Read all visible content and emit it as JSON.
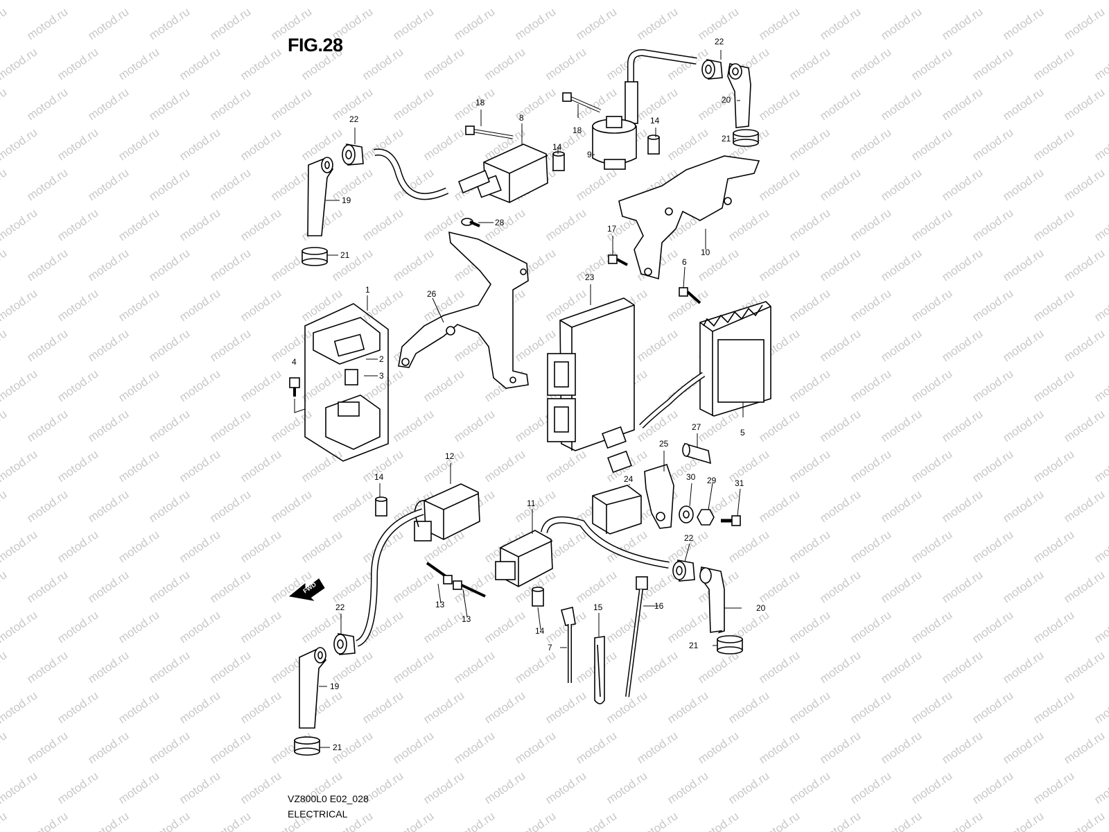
{
  "watermark_text": "motod.ru",
  "figure_title": "FIG.28",
  "diagram_code": "VZ800L0 E02_028",
  "section_name": "ELECTRICAL",
  "fwd_label": "FWD",
  "callouts": [
    {
      "id": "c22a",
      "label": "22"
    },
    {
      "id": "c20a",
      "label": "20"
    },
    {
      "id": "c21a",
      "label": "21"
    },
    {
      "id": "c18a",
      "label": "18"
    },
    {
      "id": "c8",
      "label": "8"
    },
    {
      "id": "c18b",
      "label": "18"
    },
    {
      "id": "c14a",
      "label": "14"
    },
    {
      "id": "c14b",
      "label": "14"
    },
    {
      "id": "c9",
      "label": "9"
    },
    {
      "id": "c22b",
      "label": "22"
    },
    {
      "id": "c19a",
      "label": "19"
    },
    {
      "id": "c21b",
      "label": "21"
    },
    {
      "id": "c28",
      "label": "28"
    },
    {
      "id": "c17",
      "label": "17"
    },
    {
      "id": "c10",
      "label": "10"
    },
    {
      "id": "c6",
      "label": "6"
    },
    {
      "id": "c23",
      "label": "23"
    },
    {
      "id": "c1",
      "label": "1"
    },
    {
      "id": "c26",
      "label": "26"
    },
    {
      "id": "c2",
      "label": "2"
    },
    {
      "id": "c3",
      "label": "3"
    },
    {
      "id": "c4",
      "label": "4"
    },
    {
      "id": "c5",
      "label": "5"
    },
    {
      "id": "c27",
      "label": "27"
    },
    {
      "id": "c25",
      "label": "25"
    },
    {
      "id": "c12",
      "label": "12"
    },
    {
      "id": "c24",
      "label": "24"
    },
    {
      "id": "c30",
      "label": "30"
    },
    {
      "id": "c29",
      "label": "29"
    },
    {
      "id": "c31",
      "label": "31"
    },
    {
      "id": "c14c",
      "label": "14"
    },
    {
      "id": "c11",
      "label": "11"
    },
    {
      "id": "c22c",
      "label": "22"
    },
    {
      "id": "c13a",
      "label": "13"
    },
    {
      "id": "c13b",
      "label": "13"
    },
    {
      "id": "c16",
      "label": "16"
    },
    {
      "id": "c15",
      "label": "15"
    },
    {
      "id": "c20b",
      "label": "20"
    },
    {
      "id": "c14d",
      "label": "14"
    },
    {
      "id": "c22d",
      "label": "22"
    },
    {
      "id": "c7",
      "label": "7"
    },
    {
      "id": "c21c",
      "label": "21"
    },
    {
      "id": "c19b",
      "label": "19"
    },
    {
      "id": "c21d",
      "label": "21"
    }
  ]
}
